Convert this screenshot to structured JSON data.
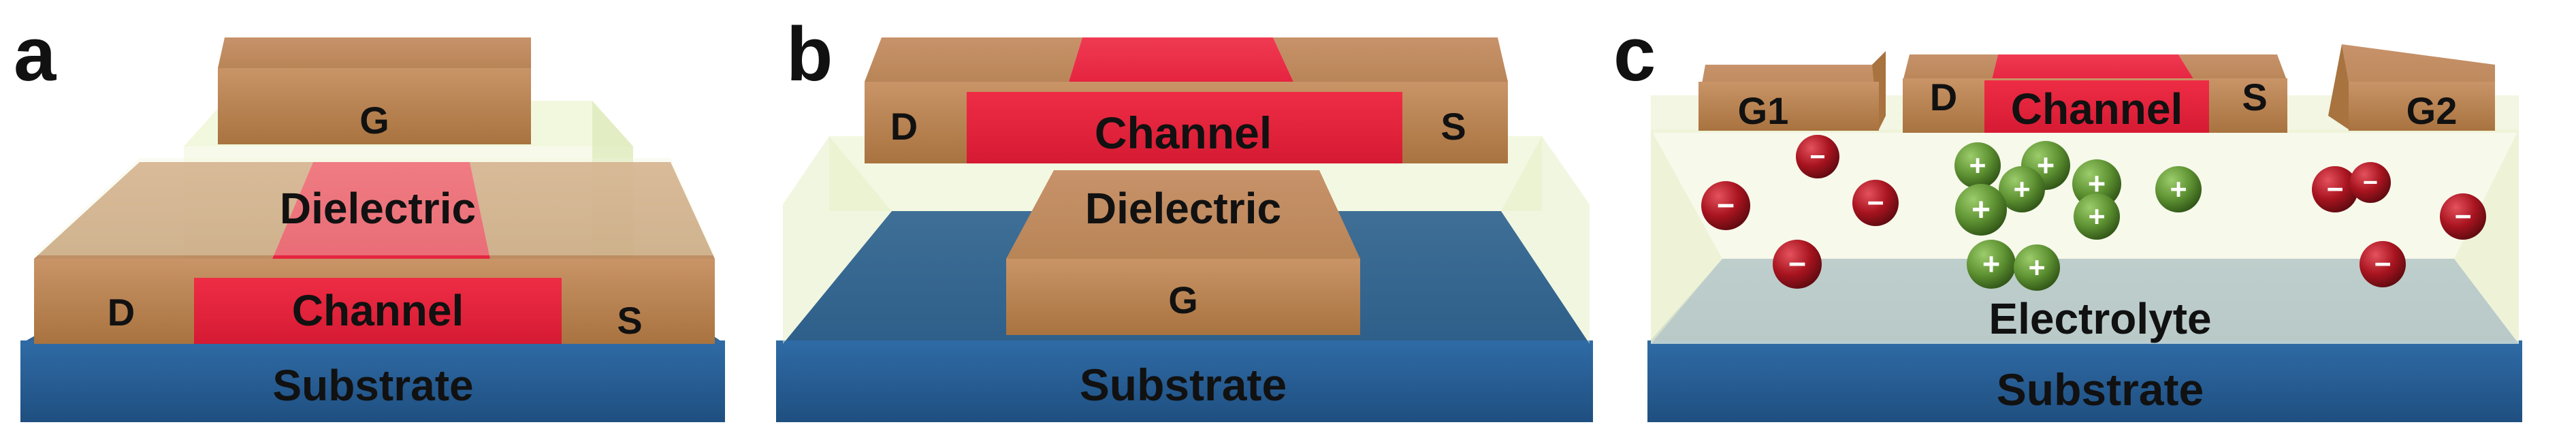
{
  "panels": [
    {
      "id": "a",
      "letter": "a",
      "labels": {
        "gate": "G",
        "dielectric": "Dielectric",
        "drain": "D",
        "channel": "Channel",
        "source": "S",
        "substrate": "Substrate"
      }
    },
    {
      "id": "b",
      "letter": "b",
      "labels": {
        "drain": "D",
        "channel": "Channel",
        "source": "S",
        "dielectric": "Dielectric",
        "gate": "G",
        "substrate": "Substrate"
      }
    },
    {
      "id": "c",
      "letter": "c",
      "labels": {
        "gate1": "G1",
        "drain": "D",
        "channel": "Channel",
        "source": "S",
        "gate2": "G2",
        "electrolyte": "Electrolyte",
        "substrate": "Substrate"
      },
      "ions": {
        "negative_sign": "−",
        "positive_sign": "+",
        "negative_count": 9,
        "positive_count": 10
      }
    }
  ],
  "colors": {
    "substrate": "#2a5f8e",
    "electrode": "#b98454",
    "channel": "#e4203c",
    "dielectric": "#eaf2cf",
    "negative_ion": "#a1141f",
    "positive_ion": "#5f9333"
  }
}
